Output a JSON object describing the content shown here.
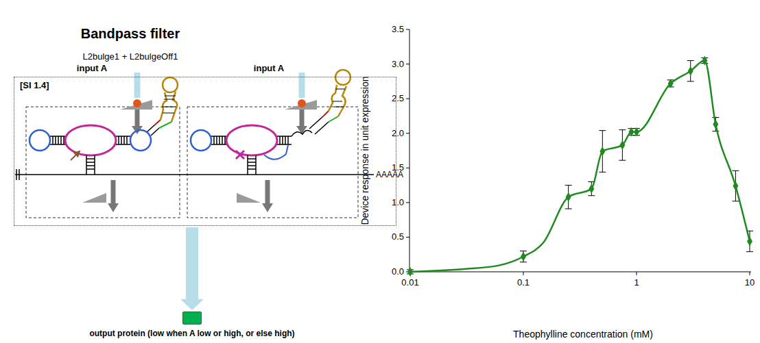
{
  "diagram": {
    "title": "Bandpass filter",
    "nodes": [
      {
        "text": [
          "[SI 1.4]"
        ]
      },
      {
        "text": [
          "output protein (low when A low or high, or else high)"
        ]
      }
    ],
    "edges": [
      {
        "from": 0,
        "to": 1,
        "arrow": "to"
      }
    ],
    "labels": [
      "L2bulge1 + L2bulgeOff1",
      "input A",
      "input A",
      "AAAAA",
      "Device response in unit expression",
      "Theophylline concentration (mM)",
      "0.0",
      "0.5",
      "1.0",
      "1.5",
      "2.0",
      "2.5",
      "3.0",
      "3.5",
      "0.01",
      "0.1",
      "1",
      "10"
    ]
  }
}
